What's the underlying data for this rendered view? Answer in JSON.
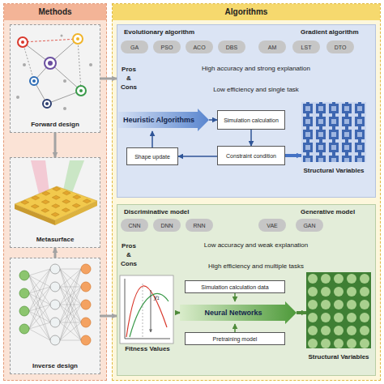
{
  "diagram": {
    "nodes": [
      {
        "text": [
          "Methods"
        ]
      },
      {
        "text": [
          "Forward design"
        ],
        "in": 0
      },
      {
        "text": [
          "Metasurface"
        ],
        "in": 0
      },
      {
        "text": [
          "Inverse design"
        ],
        "in": 0
      },
      {
        "text": [
          "Algorithms"
        ]
      },
      {
        "text": [
          "Evolutionary algorithm",
          "Gradient algorithm"
        ],
        "in": 4
      },
      {
        "text": [
          "GA"
        ],
        "in": 5
      },
      {
        "text": [
          "PSO"
        ],
        "in": 5
      },
      {
        "text": [
          "ACO"
        ],
        "in": 5
      },
      {
        "text": [
          "DBS"
        ],
        "in": 5
      },
      {
        "text": [
          "AM"
        ],
        "in": 5
      },
      {
        "text": [
          "LST"
        ],
        "in": 5
      },
      {
        "text": [
          "DTO"
        ],
        "in": 5
      },
      {
        "text": [
          "Heuristic Algorithms"
        ],
        "in": 5
      },
      {
        "text": [
          "Simulation calculation"
        ],
        "in": 5
      },
      {
        "text": [
          "Constraint condition"
        ],
        "in": 5
      },
      {
        "text": [
          "Shape update"
        ],
        "in": 5
      },
      {
        "text": [
          "Structural Variables"
        ],
        "in": 5
      },
      {
        "text": [
          "Discriminative model",
          "Generative model"
        ],
        "in": 4
      },
      {
        "text": [
          "CNN"
        ],
        "in": 18
      },
      {
        "text": [
          "DNN"
        ],
        "in": 18
      },
      {
        "text": [
          "RNN"
        ],
        "in": 18
      },
      {
        "text": [
          "VAE"
        ],
        "in": 18
      },
      {
        "text": [
          "GAN"
        ],
        "in": 18
      },
      {
        "text": [
          "y₁",
          "Fitness Values"
        ],
        "in": 18
      },
      {
        "text": [
          "Simulation calculation data"
        ],
        "in": 18
      },
      {
        "text": [
          "Neural Networks"
        ],
        "in": 18
      },
      {
        "text": [
          "Pretraining model"
        ],
        "in": 18
      },
      {
        "text": [
          "Structural Variables"
        ],
        "in": 18
      }
    ],
    "edges": [
      {
        "from": 1,
        "to": 2,
        "arrow": "to"
      },
      {
        "from": 3,
        "to": 2,
        "arrow": "to"
      },
      {
        "from": 1,
        "to": 5,
        "arrow": "to"
      },
      {
        "from": 3,
        "to": 18,
        "arrow": "to"
      },
      {
        "from": 13,
        "to": 14,
        "arrow": "to"
      },
      {
        "from": 14,
        "to": 15,
        "arrow": "to"
      },
      {
        "from": 15,
        "to": 16,
        "arrow": "to"
      },
      {
        "from": 16,
        "to": 13,
        "arrow": "to"
      },
      {
        "from": 15,
        "to": 17,
        "arrow": "to"
      },
      {
        "from": 24,
        "to": 26,
        "arrow": "to"
      },
      {
        "from": 25,
        "to": 26,
        "arrow": "to"
      },
      {
        "from": 27,
        "to": 26,
        "arrow": "to"
      },
      {
        "from": 26,
        "to": 28,
        "arrow": "to"
      }
    ],
    "labels": [
      "Pros & Cons",
      "High accuracy and strong explanation",
      "Low efficiency and single task",
      "Pros & Cons",
      "Low accuracy and weak explanation",
      "High efficiency and multiple tasks"
    ]
  }
}
